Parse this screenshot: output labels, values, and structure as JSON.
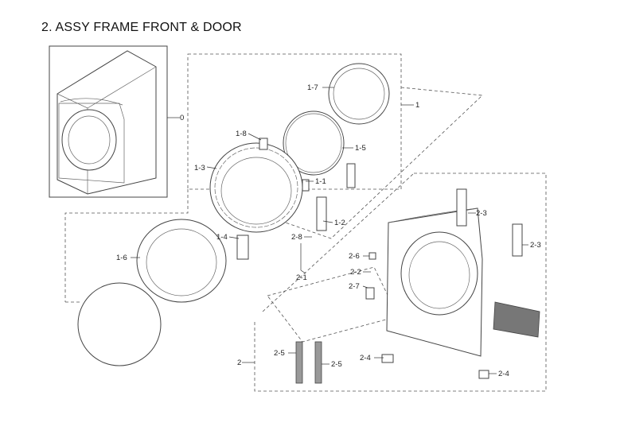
{
  "title": "2. ASSY FRAME FRONT & DOOR",
  "callouts": {
    "c0": "0",
    "c1": "1",
    "c1_1": "1-1",
    "c1_2": "1-2",
    "c1_3": "1-3",
    "c1_4": "1-4",
    "c1_5": "1-5",
    "c1_6": "1-6",
    "c1_7": "1-7",
    "c1_8": "1-8",
    "c2": "2",
    "c2_1": "2-1",
    "c2_2": "2-2",
    "c2_3a": "2-3",
    "c2_3b": "2-3",
    "c2_4a": "2-4",
    "c2_4b": "2-4",
    "c2_5a": "2-5",
    "c2_5b": "2-5",
    "c2_6": "2-6",
    "c2_7": "2-7",
    "c2_8": "2-8"
  }
}
